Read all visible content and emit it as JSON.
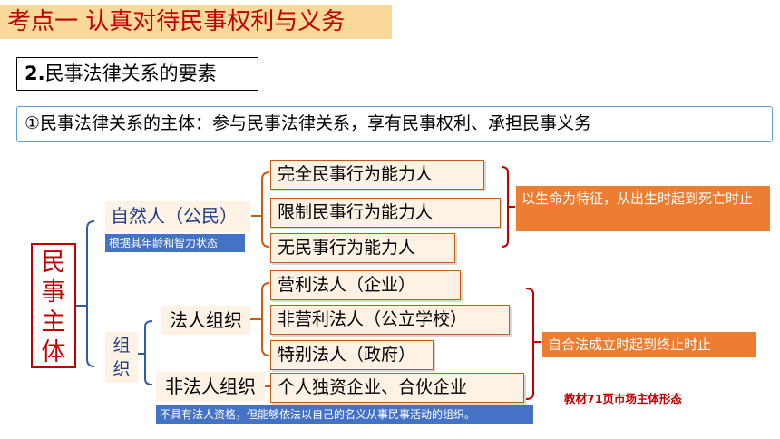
{
  "title": "考点一 认真对待民事权利与义务",
  "section": {
    "number": "2.",
    "label": "民事法律关系的要素"
  },
  "point": "①民事法律关系的主体：参与民事法律关系，享有民事权利、承担民事义务",
  "root": "民事主体",
  "natural": {
    "label": "自然人（公民）",
    "note": "根据其年龄和智力状态",
    "items": [
      "完全民事行为能力人",
      "限制民事行为能力人",
      "无民事行为能力人"
    ],
    "desc": "以生命为特征，从出生时起到死亡时止"
  },
  "org": {
    "label": "组织",
    "legal": {
      "label": "法人组织",
      "items": [
        "营利法人（企业）",
        "非营利法人（公立学校）",
        "特别法人（政府）"
      ]
    },
    "nonlegal": {
      "label": "非法人组织",
      "items": [
        "个人独资企业、合伙企业"
      ],
      "note": "不具有法人资格，但能够依法以自己的名义从事民事活动的组织。"
    },
    "desc": "自合法成立时起到终止时止",
    "ref": "教材71页市场主体形态"
  },
  "colors": {
    "title_bg": "#fbd99a",
    "title_text": "#c00000",
    "bracket_blue": "#2e5da8",
    "bracket_red": "#c00000",
    "desc_bg": "#ed7d31",
    "note_bg": "#4472c4"
  }
}
